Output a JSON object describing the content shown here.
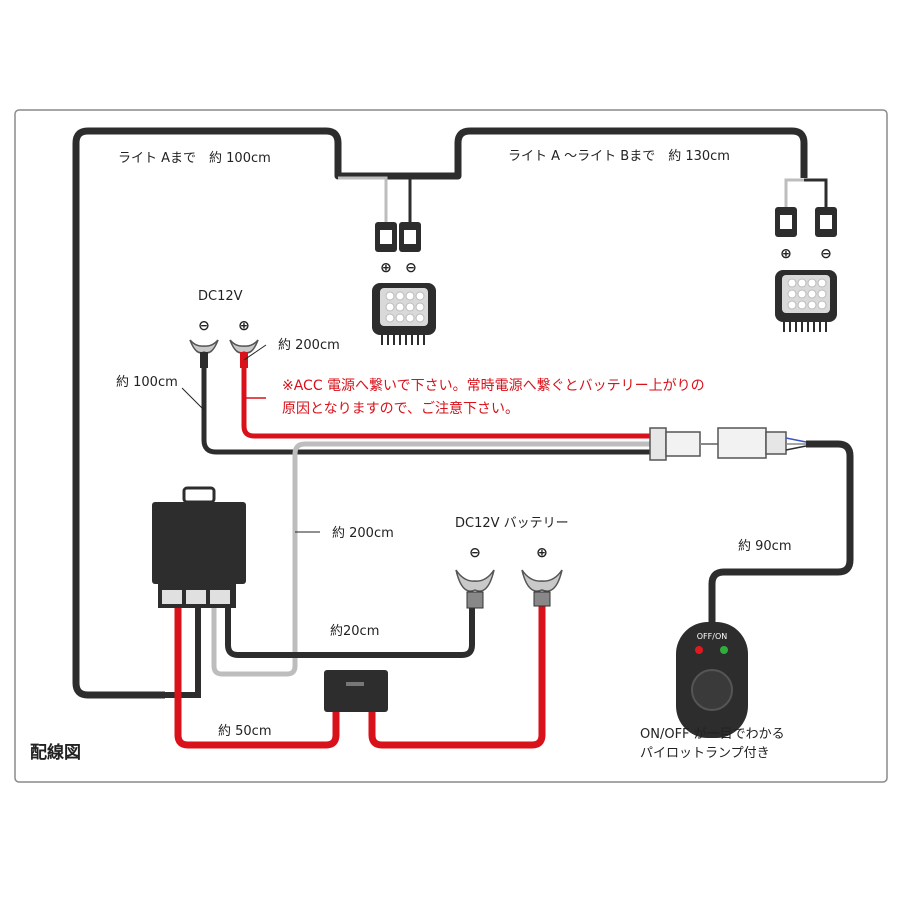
{
  "labels": {
    "light_a": "ライト Aまで　約 100cm",
    "light_ab": "ライト A ～ライト Bまで　約 130cm",
    "dc12v": "DC12V",
    "len_100_left": "約 100cm",
    "len_200_red": "約 200cm",
    "warning_line1": "※ACC 電源へ繋いで下さい。常時電源へ繋ぐとバッテリー上がりの",
    "warning_line2": "原因となりますので、ご注意下さい。",
    "len_200_gray": "約 200cm",
    "battery": "DC12V バッテリー",
    "len_90": "約 90cm",
    "len_20": "約20cm",
    "len_50": "約 50cm",
    "switch_label": "OFF/ON",
    "pilot_line1": "ON/OFF が一目でわかる",
    "pilot_line2": "パイロットランプ付き",
    "title": "配線図"
  },
  "symbols": {
    "plus": "⊕",
    "minus": "⊖"
  },
  "colors": {
    "wire_black": "#2d2d2d",
    "wire_red": "#d8111a",
    "wire_gray": "#bdbdbd",
    "frame": "#8a8a8a",
    "led_red": "#e0191f",
    "led_green": "#2fae3b"
  }
}
